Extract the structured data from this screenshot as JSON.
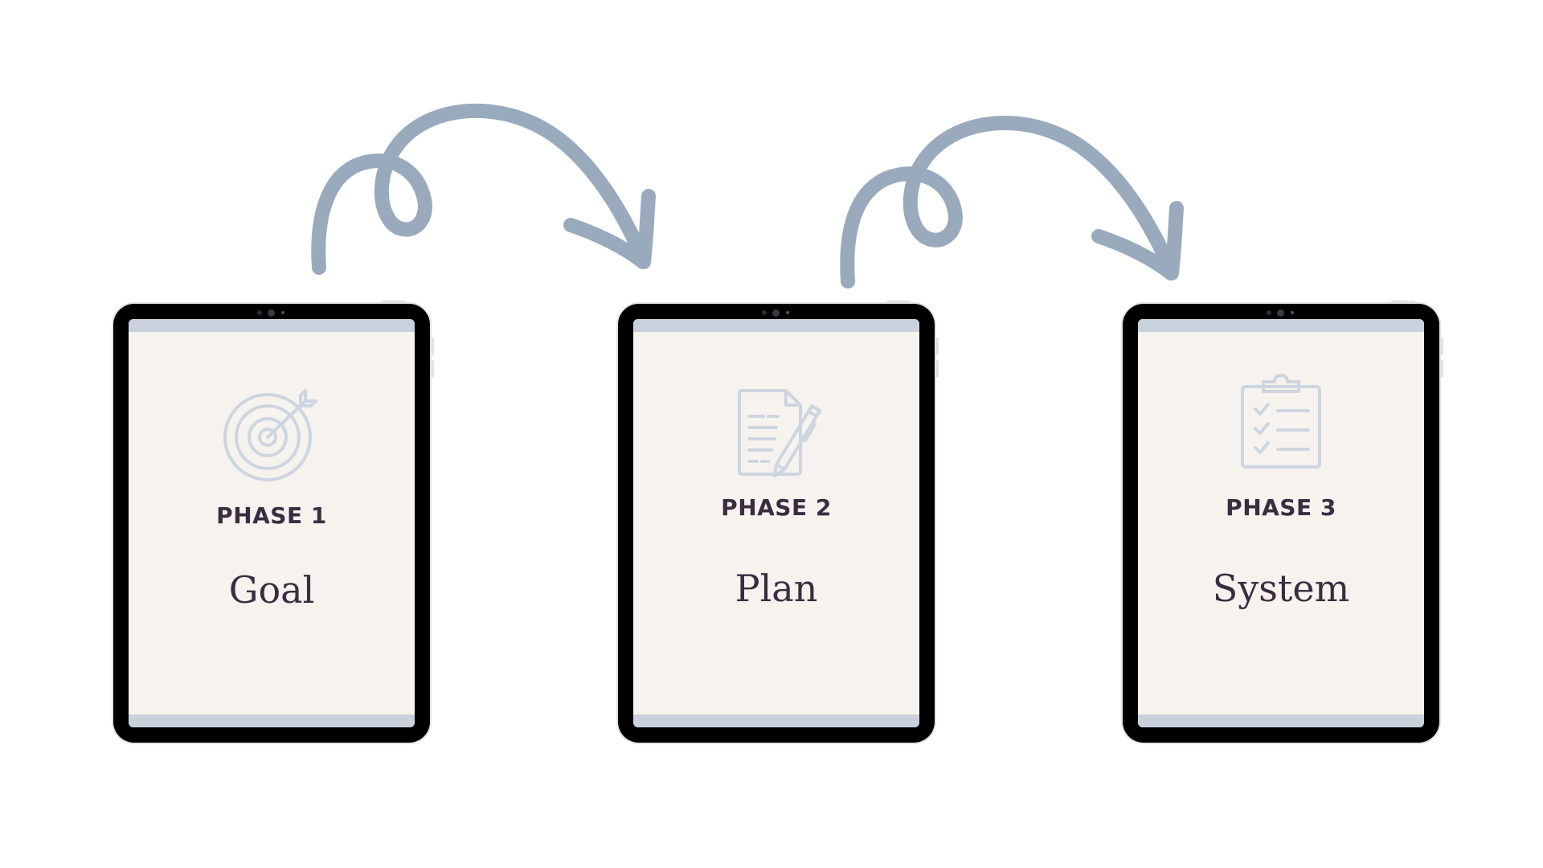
{
  "colors": {
    "arrow": "#9aaabd",
    "icon": "#cdd5e0",
    "text": "#3a2d40",
    "screen": "#f6f3ef",
    "screen_bar": "#c9d1dc",
    "bezel": "#000000"
  },
  "phases": [
    {
      "phase_label": "PHASE 1",
      "title": "Goal",
      "icon": "target-icon"
    },
    {
      "phase_label": "PHASE 2",
      "title": "Plan",
      "icon": "document-pencil-icon"
    },
    {
      "phase_label": "PHASE 3",
      "title": "System",
      "icon": "clipboard-checklist-icon"
    }
  ],
  "connectors": [
    {
      "from": "PHASE 1",
      "to": "PHASE 2",
      "icon": "curly-arrow-icon"
    },
    {
      "from": "PHASE 2",
      "to": "PHASE 3",
      "icon": "curly-arrow-icon"
    }
  ]
}
